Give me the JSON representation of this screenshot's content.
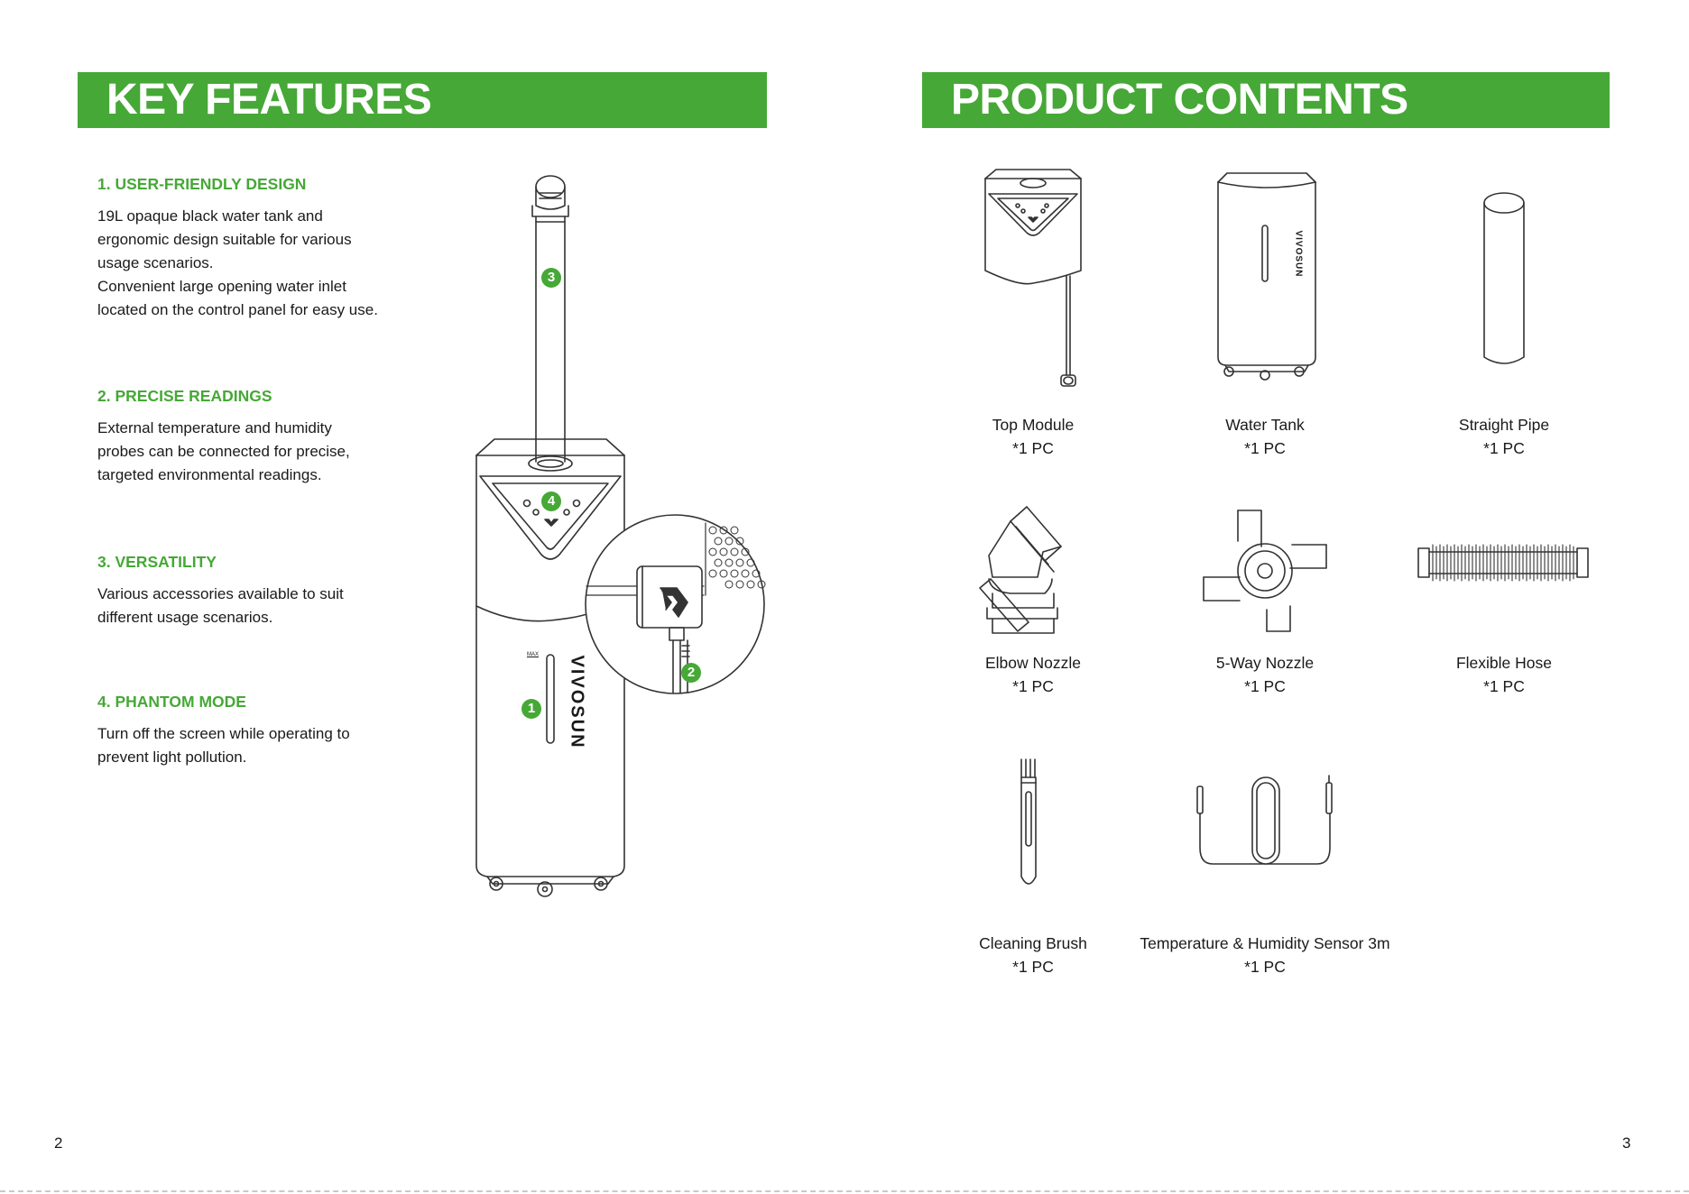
{
  "left": {
    "header": "KEY FEATURES",
    "features": [
      {
        "title": "1. USER-FRIENDLY DESIGN",
        "body": "19L opaque black water tank and\nergonomic design suitable for various\nusage scenarios.\nConvenient large opening water inlet\nlocated on the control panel for easy use."
      },
      {
        "title": "2. PRECISE READINGS",
        "body": "External temperature and humidity\nprobes can be connected for precise,\ntargeted environmental readings."
      },
      {
        "title": "3. VERSATILITY",
        "body": "Various accessories available to suit\ndifferent usage scenarios."
      },
      {
        "title": "4. PHANTOM MODE",
        "body": "Turn off the screen while operating to\nprevent light pollution."
      }
    ],
    "callouts": [
      "1",
      "2",
      "3",
      "4"
    ],
    "device_brand": "VIVOSUN",
    "tank_max_label": "MAX",
    "page_number": "2"
  },
  "right": {
    "header": "PRODUCT CONTENTS",
    "items": [
      {
        "name": "Top Module",
        "qty": "*1 PC"
      },
      {
        "name": "Water Tank",
        "qty": "*1 PC"
      },
      {
        "name": "Straight Pipe",
        "qty": "*1 PC"
      },
      {
        "name": "Elbow Nozzle",
        "qty": "*1 PC"
      },
      {
        "name": "5-Way Nozzle",
        "qty": "*1 PC"
      },
      {
        "name": "Flexible Hose",
        "qty": "*1 PC"
      },
      {
        "name": "Cleaning Brush",
        "qty": "*1 PC"
      },
      {
        "name": "Temperature & Humidity Sensor 3m",
        "qty": "*1 PC"
      }
    ],
    "page_number": "3"
  },
  "colors": {
    "accent": "#46a836",
    "line": "#333333"
  }
}
